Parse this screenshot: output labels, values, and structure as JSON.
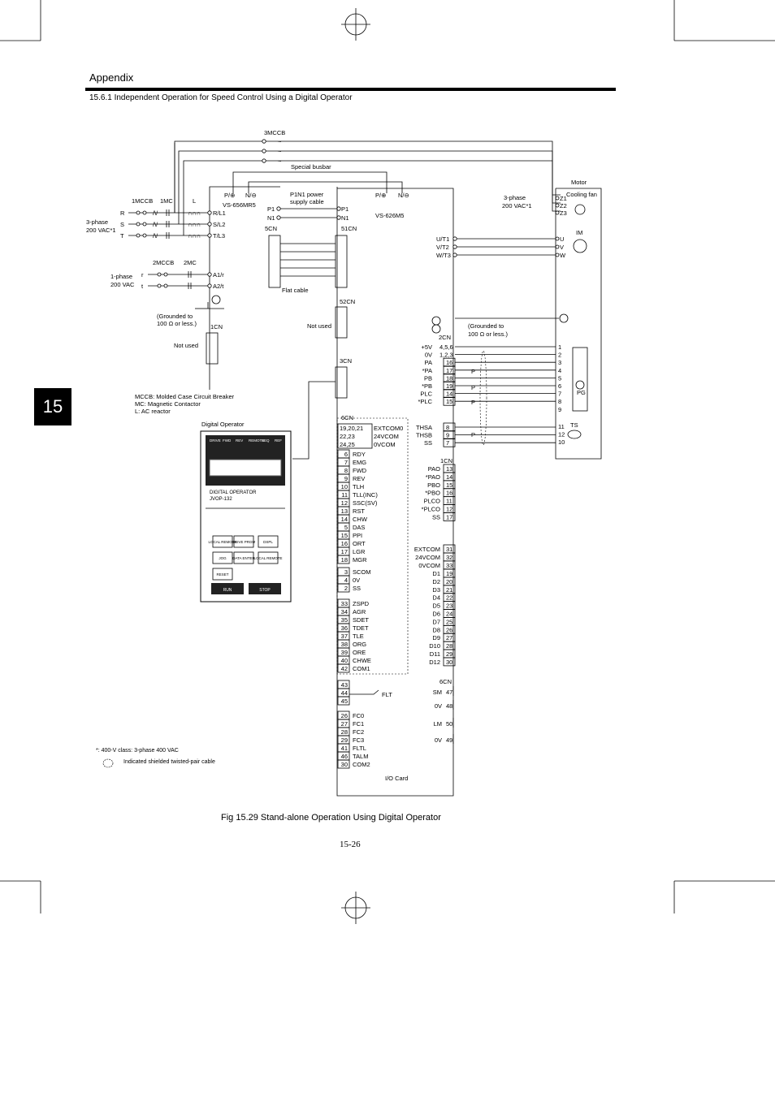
{
  "header": {
    "section": "Appendix",
    "subtitle": "15.6.1 Independent Operation for Speed Control Using a Digital Operator",
    "chapter_tab": "15"
  },
  "caption": "Fig 15.29  Stand-alone Operation Using Digital Operator",
  "page_number": "15-26",
  "labels": {
    "mccb3": "3MCCB",
    "busbar": "Special busbar",
    "mccb1": "1MCCB",
    "mc1": "1MC",
    "reactor": "L",
    "phase3": "3-phase",
    "vac200s": "200 VAC*1",
    "mccb2": "2MCCB",
    "mc2": "2MC",
    "phase1": "1-phase",
    "vac200": "200 VAC",
    "grounded": "(Grounded to",
    "ohm": "100 Ω or less.)",
    "vs656": "VS-656MR5",
    "vs626": "VS-626M5",
    "p1n1": "P1N1 power",
    "supply": "supply cable",
    "flat": "Flat cable",
    "notused": "Not used",
    "motor": "Motor",
    "cooling": "Cooling fan",
    "phase3b": "3-phase",
    "vac200b": "200 VAC*1",
    "im": "IM",
    "pg": "PG",
    "ts": "TS",
    "iocard": "I/O Card",
    "flt": "FLT",
    "digop": "Digital Operator",
    "digop2": "DIGITAL OPERATOR",
    "jvop": "JVOP-132",
    "note1": "*: 400-V class: 3-phase 400 VAC",
    "note2": "Indicated shielded twisted-pair cable",
    "legend1": "MCCB:    Molded Case Circuit Breaker",
    "legend2": "MC:       Magnetic Contactor",
    "legend3": "L:          AC reactor"
  },
  "connectors": {
    "c5": "5CN",
    "c51": "51CN",
    "c52": "52CN",
    "c1": "1CN",
    "c3": "3CN",
    "c2": "2CN",
    "c6": "6CN",
    "c1b": "1CN",
    "c6b": "6CN"
  },
  "terminals": {
    "rst": [
      "R",
      "S",
      "T"
    ],
    "rl": [
      "R/L1",
      "S/L2",
      "T/L3"
    ],
    "rt": [
      "r",
      "t"
    ],
    "a": [
      "A1/r",
      "A2/t"
    ],
    "uvw": [
      "U/T1",
      "V/T2",
      "W/T3"
    ],
    "motor_in": [
      "U",
      "V",
      "W"
    ],
    "fan": [
      "Z1",
      "Z2",
      "Z3"
    ],
    "pn_left": [
      "P/⊕",
      "N/⊖"
    ],
    "pn_right": [
      "P/⊕",
      "N/⊖"
    ],
    "p1n1": [
      "P1",
      "N1",
      "P1",
      "N1"
    ]
  },
  "cn6_left": [
    [
      "19,20,21",
      "EXTCOM0"
    ],
    [
      "22,23",
      "24VCOM"
    ],
    [
      "24,25",
      "0VCOM"
    ],
    [
      "6",
      "RDY"
    ],
    [
      "7",
      "EMG"
    ],
    [
      "8",
      "FWD"
    ],
    [
      "9",
      "REV"
    ],
    [
      "10",
      "TLH"
    ],
    [
      "11",
      "TLL(INC)"
    ],
    [
      "12",
      "SSC(SV)"
    ],
    [
      "13",
      "RST"
    ],
    [
      "14",
      "CHW"
    ],
    [
      "5",
      "DAS"
    ],
    [
      "15",
      "PPI"
    ],
    [
      "16",
      "ORT"
    ],
    [
      "17",
      "LGR"
    ],
    [
      "18",
      "MGR"
    ],
    [
      "3",
      "SCOM"
    ],
    [
      "4",
      "0V"
    ],
    [
      "2",
      "SS"
    ],
    [
      "33",
      "ZSPD"
    ],
    [
      "34",
      "AGR"
    ],
    [
      "35",
      "SDET"
    ],
    [
      "36",
      "TDET"
    ],
    [
      "37",
      "TLE"
    ],
    [
      "38",
      "ORG"
    ],
    [
      "39",
      "ORE"
    ],
    [
      "40",
      "CHWE"
    ],
    [
      "42",
      "COM1"
    ],
    [
      "43",
      ""
    ],
    [
      "44",
      ""
    ],
    [
      "45",
      ""
    ],
    [
      "26",
      "FC0"
    ],
    [
      "27",
      "FC1"
    ],
    [
      "28",
      "FC2"
    ],
    [
      "29",
      "FC3"
    ],
    [
      "41",
      "FLTL"
    ],
    [
      "46",
      "TALM"
    ],
    [
      "30",
      "COM2"
    ]
  ],
  "cn2": [
    [
      "+5V",
      "4,5,6"
    ],
    [
      "0V",
      "1,2,3"
    ],
    [
      "PA",
      "16"
    ],
    [
      "*PA",
      "17"
    ],
    [
      "PB",
      "18"
    ],
    [
      "*PB",
      "19"
    ],
    [
      "PLC",
      "14"
    ],
    [
      "*PLC",
      "15"
    ],
    [
      "THSA",
      "8"
    ],
    [
      "THSB",
      "9"
    ],
    [
      "SS",
      "7"
    ]
  ],
  "pg": [
    "1",
    "2",
    "3",
    "4",
    "5",
    "6",
    "7",
    "8",
    "9",
    "11",
    "12",
    "10"
  ],
  "cn1": [
    [
      "PAO",
      "13"
    ],
    [
      "*PAO",
      "14"
    ],
    [
      "PBO",
      "15"
    ],
    [
      "*PBO",
      "16"
    ],
    [
      "PLCO",
      "11"
    ],
    [
      "*PLCO",
      "12"
    ],
    [
      "SS",
      "17"
    ],
    [
      "EXTCOM",
      "31"
    ],
    [
      "24VCOM",
      "32"
    ],
    [
      "0VCOM",
      "33"
    ],
    [
      "D1",
      "19"
    ],
    [
      "D2",
      "20"
    ],
    [
      "D3",
      "21"
    ],
    [
      "D4",
      "22"
    ],
    [
      "D5",
      "23"
    ],
    [
      "D6",
      "24"
    ],
    [
      "D7",
      "25"
    ],
    [
      "D8",
      "26"
    ],
    [
      "D9",
      "27"
    ],
    [
      "D10",
      "28"
    ],
    [
      "D11",
      "29"
    ],
    [
      "D12",
      "30"
    ]
  ],
  "cn6_right": [
    [
      "SM",
      "47"
    ],
    [
      "0V",
      "48"
    ],
    [
      "LM",
      "50"
    ],
    [
      "0V",
      "49"
    ]
  ],
  "operator": {
    "leds": [
      "DRIVE",
      "FWD",
      "REV",
      "REMOTE",
      "SEQ",
      "REF"
    ],
    "keys": [
      "LOCAL REMOTE",
      "DRIVE PRGM",
      "DSPL",
      "JOG",
      "DATA ENTER",
      "LOCAL REMOTE",
      "RESET",
      "RUN",
      "STOP"
    ]
  }
}
